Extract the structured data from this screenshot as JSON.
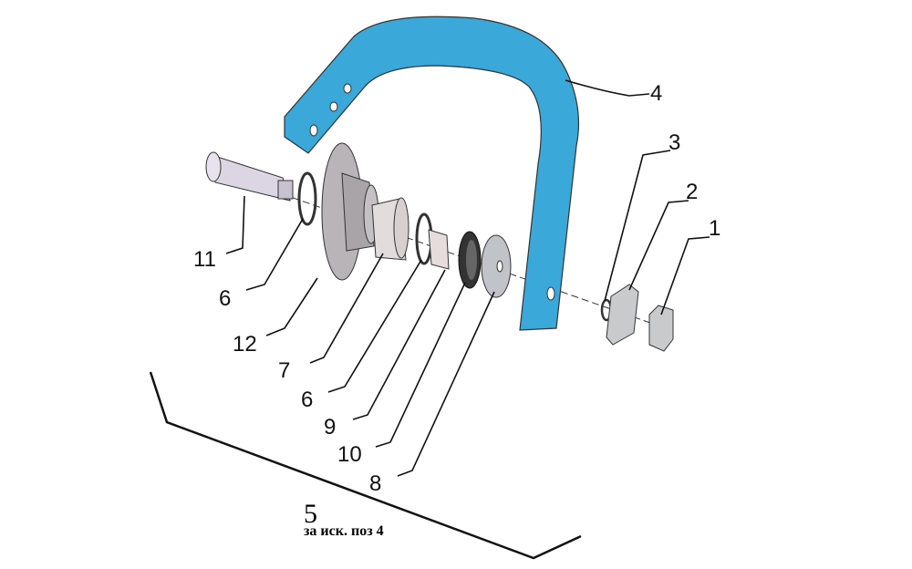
{
  "callouts": [
    {
      "number": "1",
      "part": "nut"
    },
    {
      "number": "2",
      "part": "lock-plate"
    },
    {
      "number": "3",
      "part": "spring-washer"
    },
    {
      "number": "4",
      "part": "arch-bracket"
    },
    {
      "number": "6",
      "part": "retaining-ring"
    },
    {
      "number": "7",
      "part": "bearing"
    },
    {
      "number": "6",
      "part": "retaining-ring"
    },
    {
      "number": "8",
      "part": "washer"
    },
    {
      "number": "9",
      "part": "spacer-bushing"
    },
    {
      "number": "10",
      "part": "seal"
    },
    {
      "number": "11",
      "part": "axle"
    },
    {
      "number": "12",
      "part": "hub"
    }
  ],
  "assembly": {
    "number": "5",
    "note": "за иск. поз 4"
  },
  "colors": {
    "bracket": "#3aa8d8",
    "hub": "#b8b4b8",
    "axle": "#dcd6e4"
  }
}
